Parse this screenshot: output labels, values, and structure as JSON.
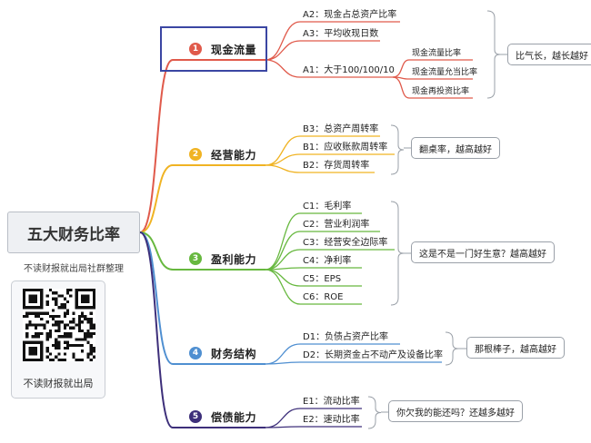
{
  "root": {
    "title": "五大财务比率"
  },
  "caption": "不读财报就出局社群整理",
  "qr": {
    "label": "不读财报就出局"
  },
  "branches": [
    {
      "num": "1",
      "label": "现金流量",
      "color": "#e05a4b",
      "leaves": [
        "A2：现金占总资产比率",
        "A3：平均收现日数",
        "A1：大于100/100/10"
      ],
      "subleaves": [
        "现金流量比率",
        "现金流量允当比率",
        "现金再投资比率"
      ],
      "comment": "比气长，越长越好"
    },
    {
      "num": "2",
      "label": "经营能力",
      "color": "#f0b323",
      "leaves": [
        "B3：总资产周转率",
        "B1：应收账款周转率",
        "B2：存货周转率"
      ],
      "comment": "翻桌率，越高越好"
    },
    {
      "num": "3",
      "label": "盈利能力",
      "color": "#67b83f",
      "leaves": [
        "C1：毛利率",
        "C2：营业利润率",
        "C3：经营安全边际率",
        "C4：净利率",
        "C5：EPS",
        "C6：ROE"
      ],
      "comment": "这是不是一门好生意？越高越好"
    },
    {
      "num": "4",
      "label": "财务结构",
      "color": "#4f8fd1",
      "leaves": [
        "D1：负债占资产比率",
        "D2：长期资金占不动产及设备比率"
      ],
      "comment": "那根棒子，越高越好"
    },
    {
      "num": "5",
      "label": "偿债能力",
      "color": "#3d2f7a",
      "leaves": [
        "E1：流动比率",
        "E2：速动比率"
      ],
      "comment": "你欠我的能还吗？还越多越好"
    }
  ]
}
